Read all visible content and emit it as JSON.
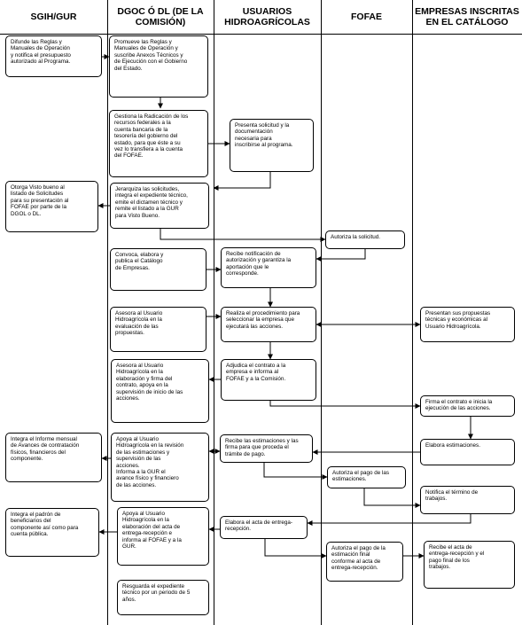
{
  "headers": {
    "sgih": "SGIH/GUR",
    "dgoc": "DGOC Ó DL (DE LA\nCOMISIÓN)",
    "usuarios": "USUARIOS\nHIDROAGRÍCOLAS",
    "fofae": "FOFAE",
    "empresas": "EMPRESAS INSCRITAS\nEN EL CATÁLOGO"
  },
  "steps": {
    "sgih_1": "Difunde las Reglas y\nManuales de Operación\ny notifica el presupuesto\nautorizado al Programa.",
    "sgih_2": "Otorga Visto bueno al\nlistado de Solicitudes\npara su presentación al\nFOFAE por parte de la\nDGOL o DL.",
    "sgih_3": "Integra el Informe mensual\nde Avances de contratación\nfísicos, financieros del\ncomponente.",
    "sgih_4": "Integra el padrón de\nbeneficiarios del\ncomponente así como para\ncuenta pública.",
    "dgoc_1": "Promueve las Reglas y\nManuales de Operación y\nsuscribe Anexos Técnicos y\nde Ejecución con el Gobierno\ndel Estado.",
    "dgoc_2": "Gestiona la Radicación de los\nrecursos federales a la\ncuenta bancaria de la\ntesorería del gobierno del\nestado, para que éste a su\nvez lo transfiera a la cuenta\ndel FOFAE.",
    "dgoc_3": "Jerarquiza las solicitudes,\nintegra el expediente técnico,\nemite el dictamen técnico y\nremite el listado a la GUR\npara Visto Bueno.",
    "dgoc_4": "Convoca, elabora y\npublica el Catálogo\nde Empresas.",
    "dgoc_5": "Asesora al Usuario\nHidroagrícola en la\nevaluación de las\npropuestas.",
    "dgoc_6": "Asesora al Usuario\nHidroagrícola en la\nelaboración y firma del\ncontrato, apoya en la\nsupervisión de inicio de las\nacciones.",
    "dgoc_7": "Apoya al Usuario\nHidroagrícola en la revisión\nde las estimaciones y\nsupervisión de las\nacciones.\nInforma a la GUR el\navance físico y financiero\nde las acciones.",
    "dgoc_8": "Apoya al Usuario\nHidroagrícola en la\nelaboración del acta de\nentrega-recepción e\ninforma al FOFAE y a la\nGUR.",
    "dgoc_9": "Resguarda el expediente\ntécnico por un periodo de 5\naños.",
    "usu_1": "Presenta solicitud y la\ndocumentación\nnecesaria para\ninscribirse al programa.",
    "usu_2": "Recibe notificación de\nautorización y garantiza la\naportación que le\ncorresponde.",
    "usu_3": "Realiza el procedimiento para\nseleccionar la empresa que\nejecutará las acciones.",
    "usu_4": "Adjudica el contrato a la\nempresa e informa al\nFOFAE y a la Comisión.",
    "usu_5": "Recibe las estimaciones y las\nfirma para que proceda el\ntrámite de pago.",
    "usu_6": "Elabora el acta de entrega-\nrecepción.",
    "fofae_1": "Autoriza la solicitud.",
    "fofae_2": "Autoriza el pago de las\nestimaciones.",
    "fofae_3": "Autoriza el pago de la\nestimación final\nconforme al acta de\nentrega-recepción.",
    "emp_1": "Presentan sus propuestas\ntécnicas y económicas al\nUsuario Hidroagrícola.",
    "emp_2": "Firma el contrato e inicia la\nejecución de las acciones.",
    "emp_3": "Elabora estimaciones.",
    "emp_4": "Notifica el término de\ntrabajos.",
    "emp_5": "Recibe el acta de\nentrega-recepción y el\npago final de los\ntrabajos."
  }
}
